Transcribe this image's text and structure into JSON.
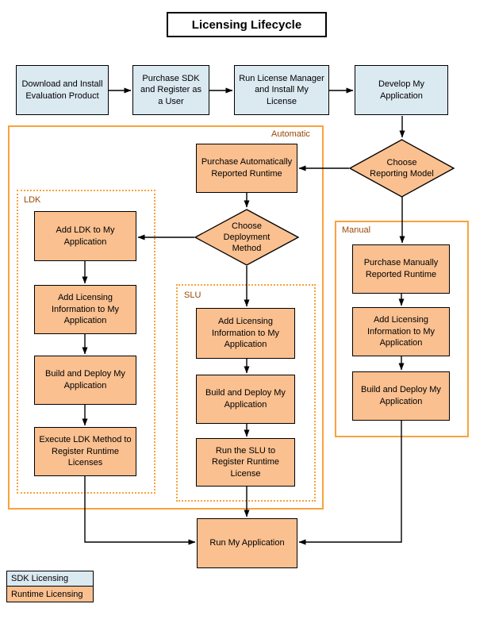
{
  "title": "Licensing Lifecycle",
  "colors": {
    "sdk_fill": "#dbe9f1",
    "runtime_fill": "#fac090",
    "group_border": "#f9a23c",
    "group_label": "#974806",
    "arrow": "#000000"
  },
  "sdk_steps": [
    {
      "label": "Download and Install Evaluation Product"
    },
    {
      "label": "Purchase SDK and Register as a User"
    },
    {
      "label": "Run License Manager and Install My License"
    },
    {
      "label": "Develop My Application"
    }
  ],
  "decisions": [
    {
      "label": "Choose Reporting Model"
    },
    {
      "label": "Choose Deployment Method"
    }
  ],
  "groups": {
    "automatic": {
      "label": "Automatic",
      "purchase_step": "Purchase Automatically Reported Runtime"
    },
    "ldk": {
      "label": "LDK",
      "steps": [
        "Add LDK to My Application",
        "Add Licensing Information to My Application",
        "Build and Deploy My Application",
        "Execute LDK Method to Register Runtime Licenses"
      ]
    },
    "slu": {
      "label": "SLU",
      "steps": [
        "Add Licensing Information to My Application",
        "Build and Deploy My Application",
        "Run the SLU to Register Runtime License"
      ]
    },
    "manual": {
      "label": "Manual",
      "steps": [
        "Purchase Manually Reported Runtime",
        "Add Licensing Information to My Application",
        "Build and Deploy My Application"
      ]
    }
  },
  "final_step": "Run My Application",
  "legend": [
    {
      "label": "SDK Licensing",
      "type": "sdk"
    },
    {
      "label": "Runtime Licensing",
      "type": "runtime"
    }
  ]
}
